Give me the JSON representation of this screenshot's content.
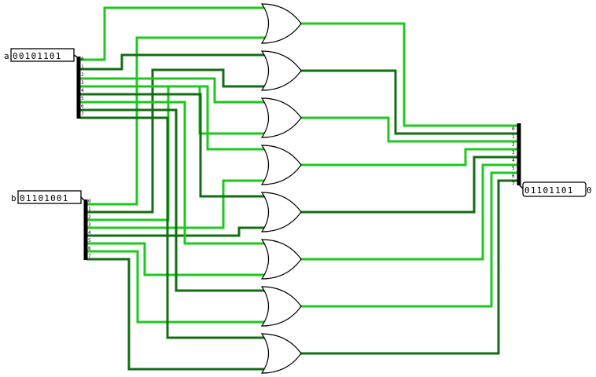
{
  "colors": {
    "bright": "#1ec81e",
    "dark": "#126e12",
    "gate_stroke": "#000000"
  },
  "inputs": {
    "a": {
      "label": "a",
      "bits": "00101101"
    },
    "b": {
      "label": "b",
      "bits": "01101001"
    }
  },
  "output": {
    "bits": "01101101",
    "label": "0"
  },
  "bit_indices": [
    "0",
    "1",
    "2",
    "3",
    "4",
    "5",
    "6",
    "7"
  ],
  "gates": [
    {
      "name": "or-gate-0",
      "type": "OR"
    },
    {
      "name": "or-gate-1",
      "type": "OR"
    },
    {
      "name": "or-gate-2",
      "type": "OR"
    },
    {
      "name": "or-gate-3",
      "type": "OR"
    },
    {
      "name": "or-gate-4",
      "type": "OR"
    },
    {
      "name": "or-gate-5",
      "type": "OR"
    },
    {
      "name": "or-gate-6",
      "type": "OR"
    },
    {
      "name": "or-gate-7",
      "type": "OR"
    }
  ]
}
